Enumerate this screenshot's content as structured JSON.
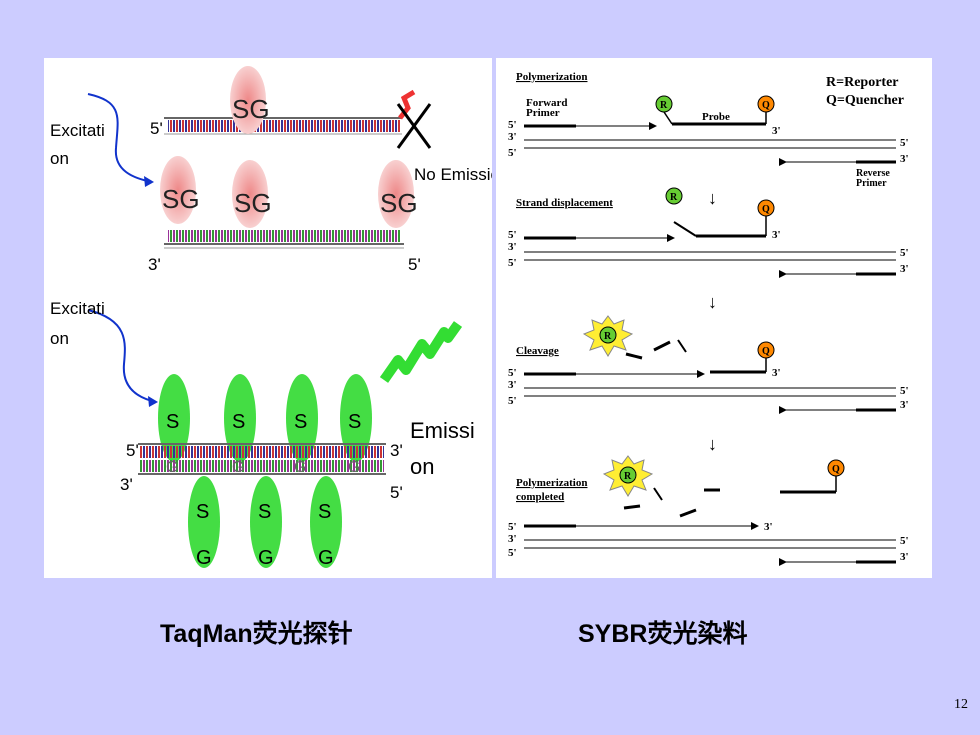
{
  "left_diagram": {
    "excitation_1": [
      "Excitati",
      "on"
    ],
    "excitation_2": [
      "Excitati",
      "on"
    ],
    "no_emission": "No Emission",
    "emission": [
      "Emissi",
      "on"
    ],
    "sg_label": "SG",
    "s_label": "S",
    "g_label": "G",
    "end_5": "5'",
    "end_3": "3'"
  },
  "right_diagram": {
    "step1_title": "Polymerization",
    "legend_reporter": "R=Reporter",
    "legend_quencher": "Q=Quencher",
    "forward_primer": [
      "Forward",
      "Primer"
    ],
    "probe": "Probe",
    "reverse_primer": [
      "Reverse",
      "Primer"
    ],
    "step2_title": "Strand displacement",
    "step3_title": "Cleavage",
    "step4_title": [
      "Polymerization",
      "completed"
    ],
    "reporter": "R",
    "quencher": "Q",
    "end_5": "5'",
    "end_3": "3'",
    "arrow_down": "↓"
  },
  "captions": {
    "left": "TaqMan荧光探针",
    "right": "SYBR荧光染料"
  },
  "slide_number": "12",
  "colors": {
    "background": "#ccccff",
    "reporter_green": "#66cc33",
    "quencher_orange": "#ff8800",
    "sg_pink": "#f4b8b8",
    "sg_green": "#44dd44"
  }
}
